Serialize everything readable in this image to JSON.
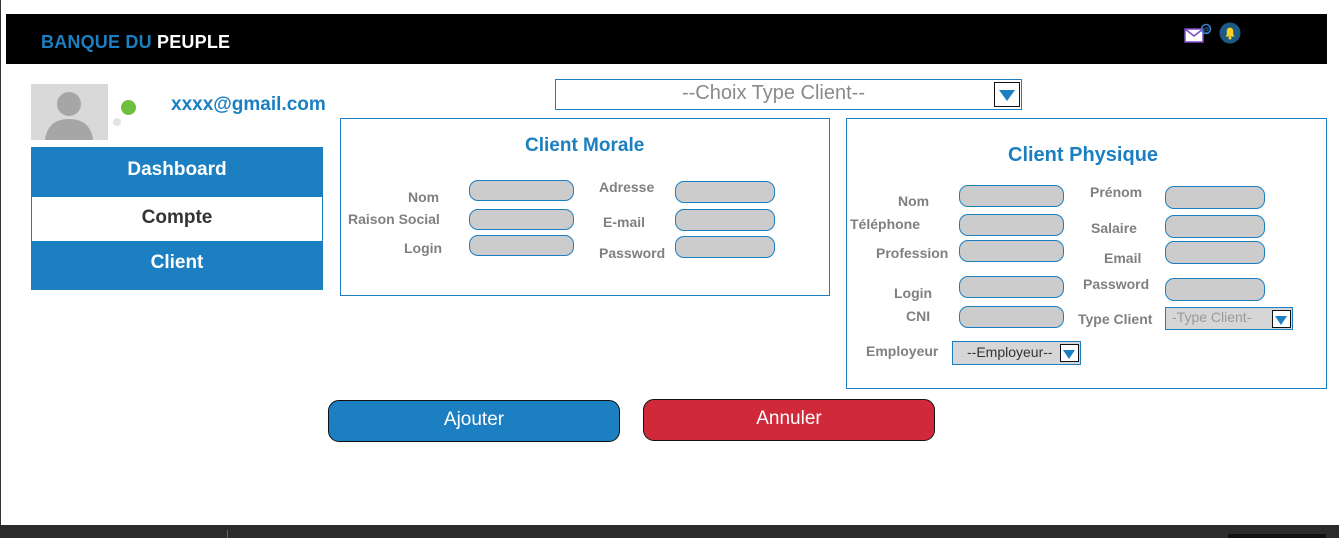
{
  "header": {
    "brand_part1": "BANQUE DU",
    "brand_part2": "PEUPLE",
    "icons": [
      "mail-icon",
      "bell-icon"
    ]
  },
  "user": {
    "email": "xxxx@gmail.com",
    "status": "online"
  },
  "sidebar": {
    "items": [
      {
        "label": "Dashboard",
        "active": false
      },
      {
        "label": "Compte",
        "active": true
      },
      {
        "label": "Client",
        "active": false
      }
    ]
  },
  "type_select": {
    "value": "--Choix Type Client--"
  },
  "client_morale": {
    "title": "Client Morale",
    "labels": {
      "nom": "Nom",
      "raison_social": "Raison Social",
      "login": "Login",
      "adresse": "Adresse",
      "email": "E-mail",
      "password": "Password"
    }
  },
  "client_physique": {
    "title": "Client Physique",
    "labels": {
      "nom": "Nom",
      "telephone": "Téléphone",
      "profession": "Profession",
      "login": "Login",
      "cni": "CNI",
      "prenom": "Prénom",
      "salaire": "Salaire",
      "email": "Email",
      "password": "Password",
      "type_client": "Type Client",
      "employeur": "Employeur"
    },
    "type_client_select": "-Type Client-",
    "employeur_select": "--Employeur--"
  },
  "actions": {
    "add": "Ajouter",
    "cancel": "Annuler"
  },
  "colors": {
    "accent": "#1b7fc1",
    "danger": "#d0293a",
    "field_bg": "#cccccc",
    "online": "#6fbf3f",
    "topbar": "#000000"
  }
}
